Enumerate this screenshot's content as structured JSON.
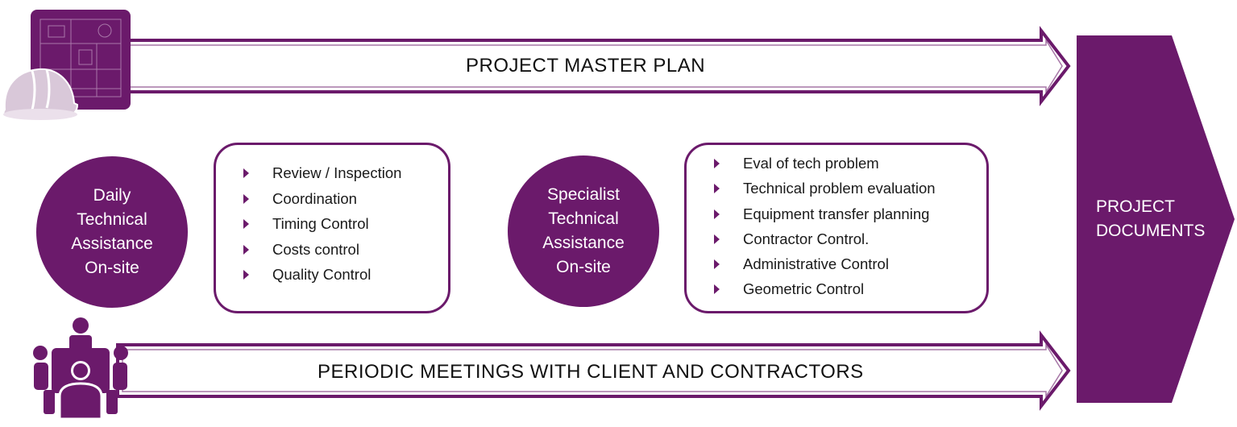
{
  "top_arrow": {
    "label": "PROJECT MASTER PLAN"
  },
  "bottom_arrow": {
    "label": "PERIODIC MEETINGS WITH CLIENT AND CONTRACTORS"
  },
  "daily_circle": {
    "lines": [
      "Daily",
      "Technical",
      "Assistance",
      "On-site"
    ]
  },
  "specialist_circle": {
    "lines": [
      "Specialist",
      "Technical",
      "Assistance",
      "On-site"
    ]
  },
  "daily_tasks": [
    "Review / Inspection",
    "Coordination",
    "Timing Control",
    "Costs control",
    "Quality Control"
  ],
  "specialist_tasks": [
    "Eval of tech problem",
    "Technical problem evaluation",
    "Equipment transfer planning",
    "Contractor Control.",
    "Administrative Control",
    "Geometric Control"
  ],
  "documents": {
    "lines": [
      "PROJECT",
      "DOCUMENTS"
    ]
  },
  "icons": {
    "plan": "blueprint-helmet-icon",
    "meeting": "meeting-people-icon"
  },
  "colors": {
    "accent": "#6b1a6b",
    "box_border": "#6b1a6b",
    "text": "#1a1a1a"
  }
}
